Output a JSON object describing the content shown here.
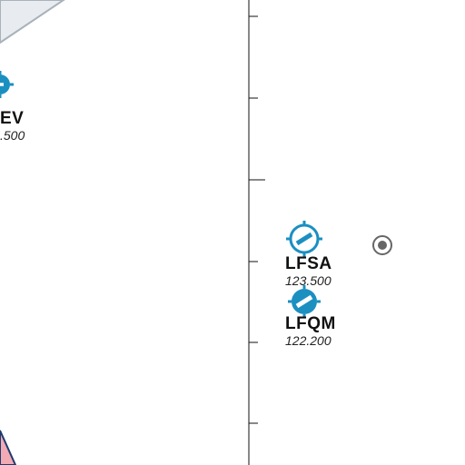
{
  "map": {
    "colors": {
      "background": "#ffffff",
      "airport": "#1c8fc1",
      "grid_line": "#111111",
      "terrain_fill": "#e8ecf1",
      "terrain_edge": "#a9b1bb",
      "restricted_fill": "#f2aab4",
      "restricted_edge": "#1e3b6f",
      "navaid": "#666666"
    },
    "airports": [
      {
        "id": "lfev",
        "code": "EV",
        "freq": ".500",
        "symbol": "hard-runway-aerodrome"
      },
      {
        "id": "lfsa",
        "code": "LFSA",
        "freq": "123.500",
        "symbol": "aerodrome-outline"
      },
      {
        "id": "lfqm",
        "code": "LFQM",
        "freq": "122.200",
        "symbol": "hard-runway-aerodrome"
      }
    ],
    "navaid": {
      "icon": "vor-icon"
    }
  }
}
